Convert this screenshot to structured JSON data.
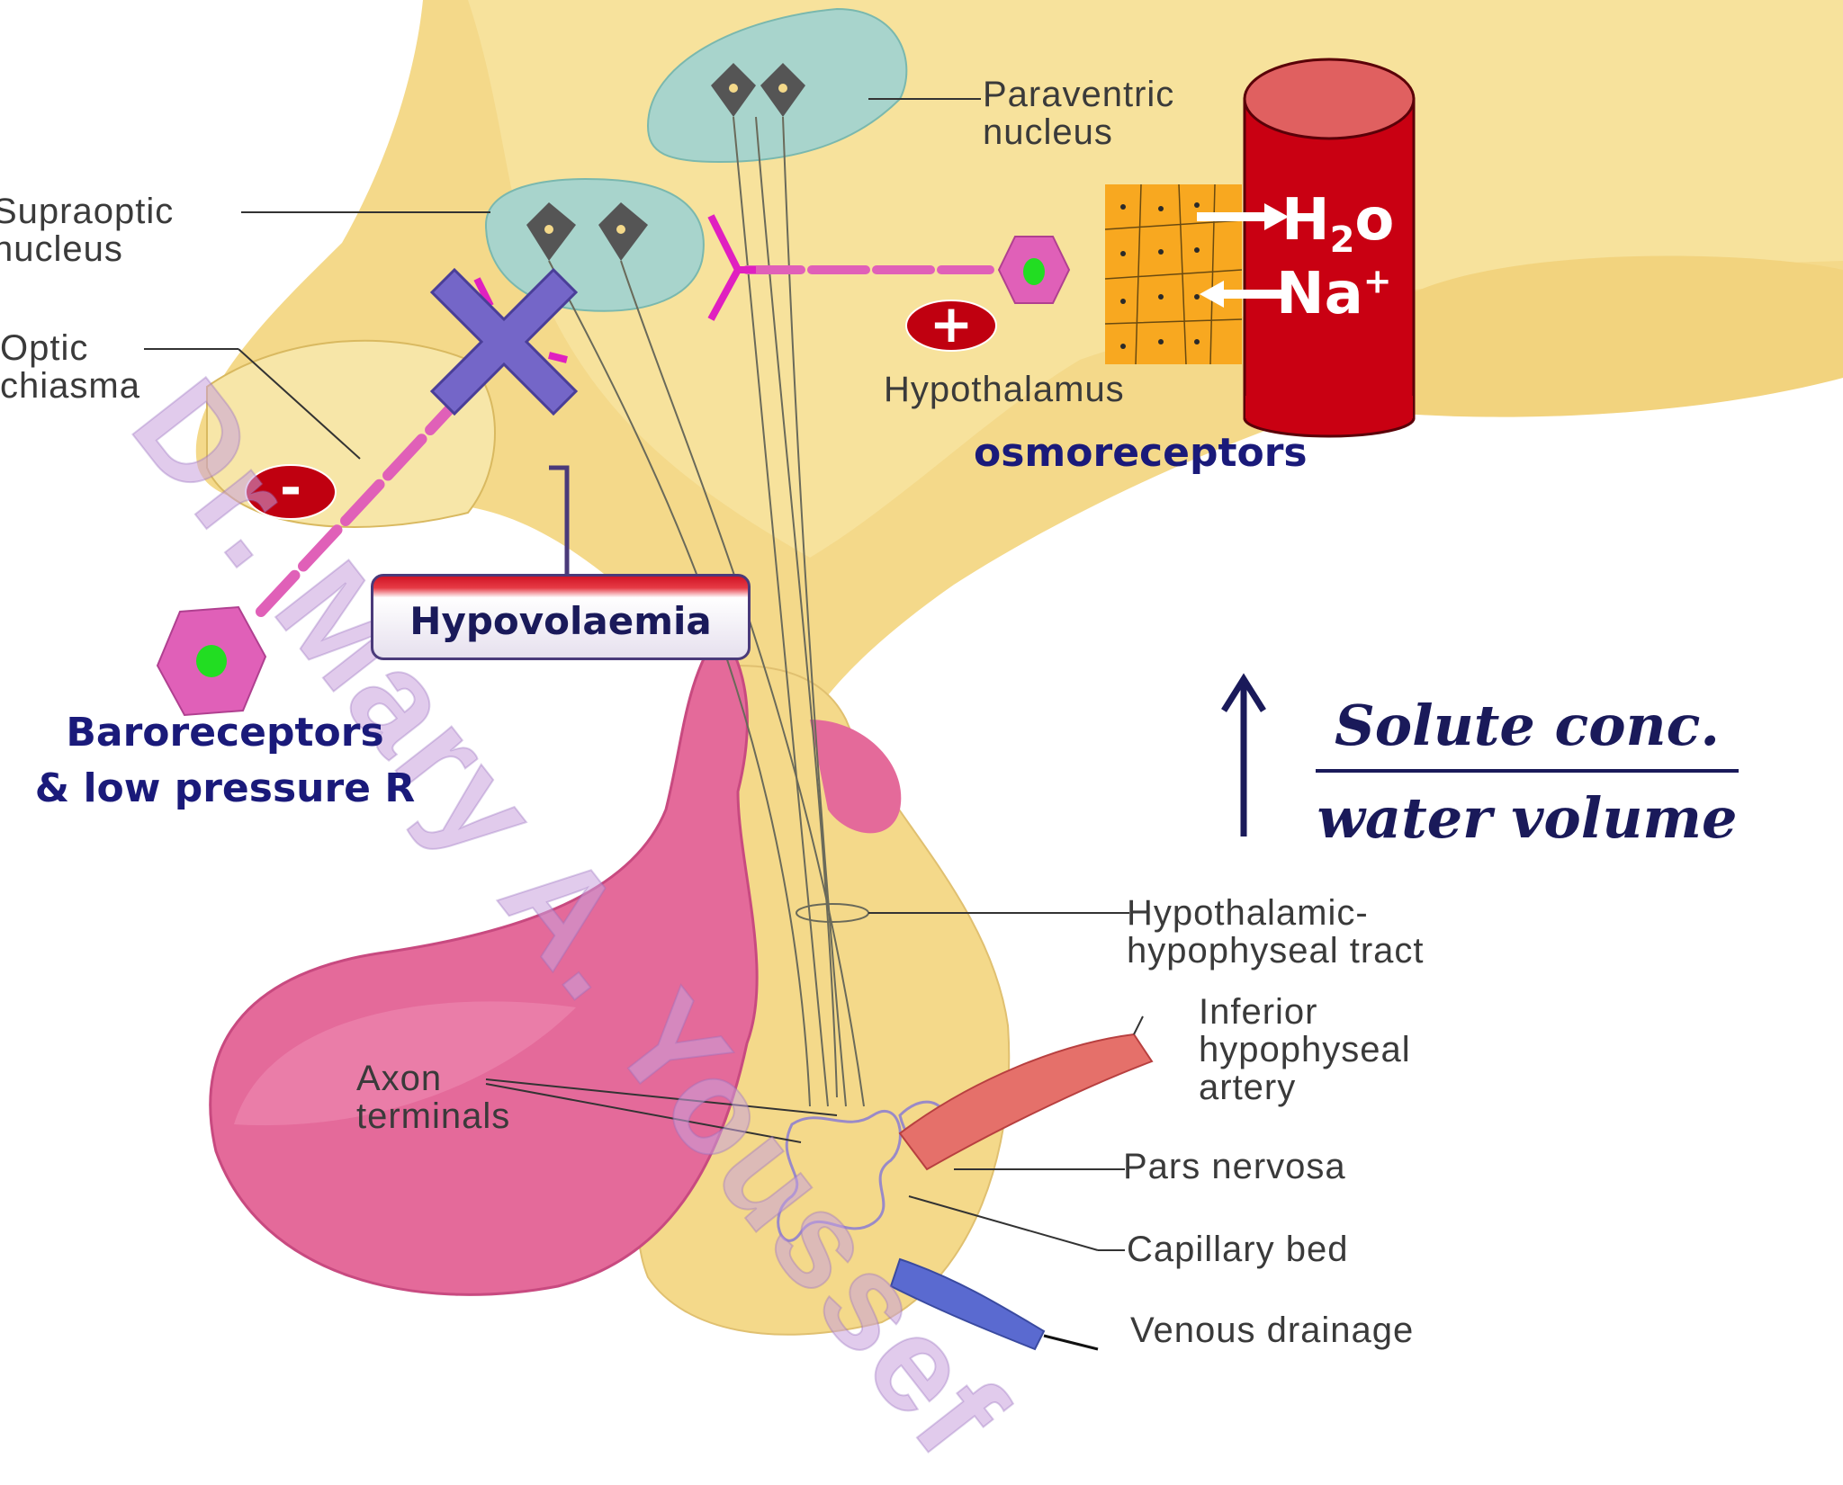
{
  "labels": {
    "paraventricular": [
      "Paraventric",
      "nucleus"
    ],
    "supraoptic": [
      "Supraoptic",
      "nucleus"
    ],
    "optic_chiasma": [
      "Optic",
      "chiasma"
    ],
    "hypothalamus": "Hypothalamus",
    "hh_tract": [
      "Hypothalamic-",
      "hypophyseal tract"
    ],
    "inferior_artery": [
      "Inferior",
      "hypophyseal",
      "artery"
    ],
    "axon_terminals": [
      "Axon",
      "terminals"
    ],
    "pars_nervosa": "Pars nervosa",
    "capillary_bed": "Capillary bed",
    "venous_drainage": "Venous drainage"
  },
  "overlay": {
    "osmoreceptors": "osmoreceptors",
    "baroreceptors": [
      "Baroreceptors",
      "& low pressure R"
    ],
    "hypovolaemia": "Hypovolaemia",
    "plus_sign": "+",
    "minus_sign": "-",
    "h2o": {
      "h": "H",
      "sub": "2",
      "o": "o"
    },
    "na": {
      "base": "Na",
      "sup": "+"
    },
    "fraction": {
      "numerator": "Solute conc.",
      "denominator": "water volume"
    }
  },
  "watermark": "Dr. Mary A. Youssef",
  "colors": {
    "hypothalamus_fill": "#f4d98a",
    "pituitary_anterior": "#e46a9a",
    "nucleus_fill": "#a8d4cc",
    "receptor_fill": "#e060b8",
    "receptor_core": "#22dd22",
    "vessel_red": "#c90012",
    "sign_red": "#c00010",
    "block_x": "#7466c8",
    "text_blue": "#1a1a7a"
  }
}
